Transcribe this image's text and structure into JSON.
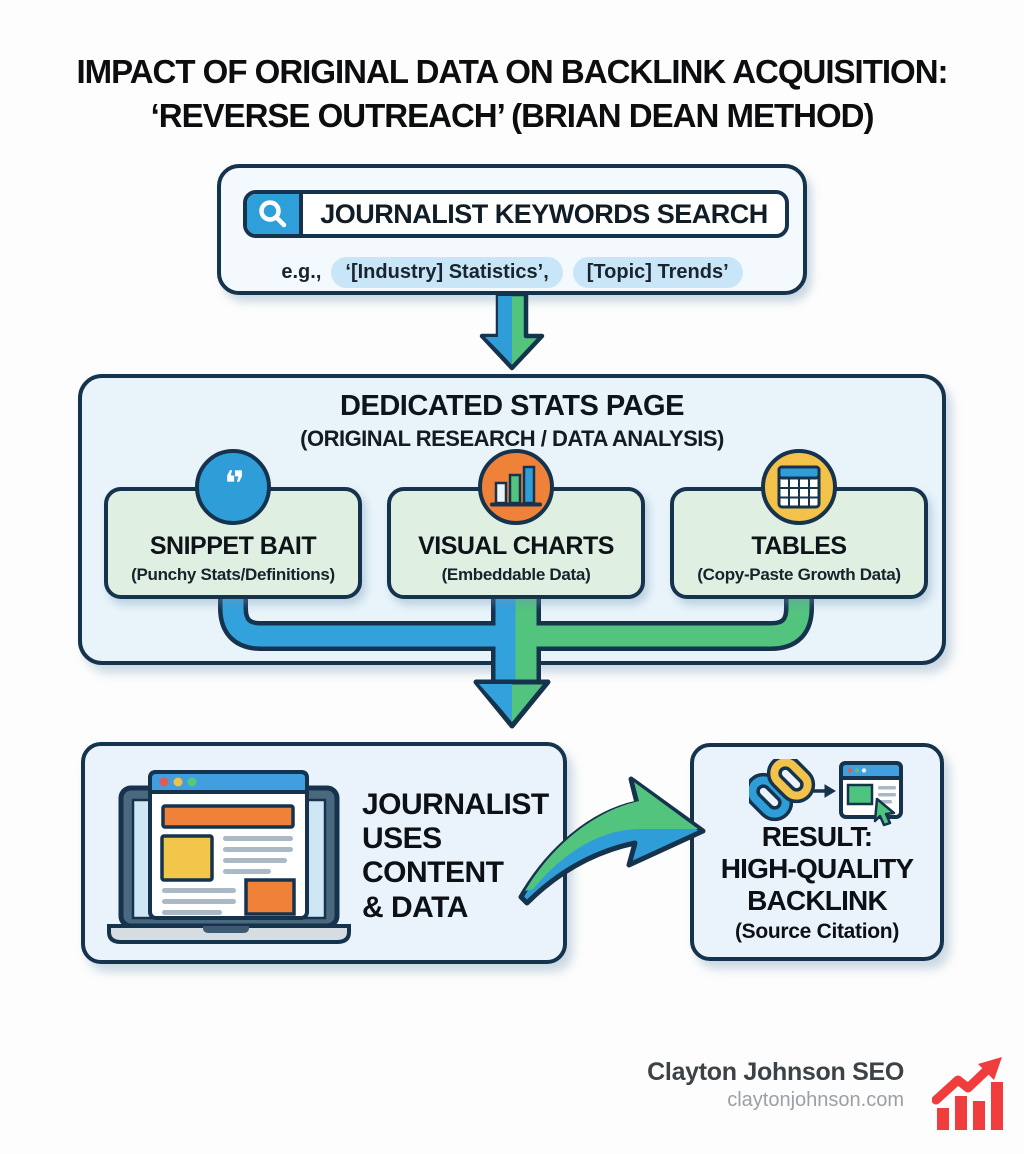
{
  "title": {
    "line1": "IMPACT OF ORIGINAL DATA ON BACKLINK ACQUISITION:",
    "line2": "‘REVERSE OUTREACH’ (BRIAN DEAN METHOD)"
  },
  "search": {
    "query": "JOURNALIST KEYWORDS SEARCH",
    "search_icon": "magnifier-icon",
    "examples_prefix": "e.g.,",
    "example_pills": [
      "‘[Industry] Statistics’,",
      "[Topic] Trends’"
    ]
  },
  "stats_page": {
    "heading": "DEDICATED STATS PAGE",
    "subheading": "(ORIGINAL RESEARCH / DATA ANALYSIS)",
    "cards": [
      {
        "icon": "quote-icon",
        "glyph": "❛❜",
        "title": "SNIPPET BAIT",
        "subtitle": "(Punchy Stats/Definitions)"
      },
      {
        "icon": "bar-chart-icon",
        "title": "VISUAL CHARTS",
        "subtitle": "(Embeddable Data)"
      },
      {
        "icon": "table-icon",
        "title": "TABLES",
        "subtitle": "(Copy-Paste Growth Data)"
      }
    ]
  },
  "journalist_box": {
    "icon": "laptop-article-icon",
    "lines": [
      "JOURNALIST",
      "USES",
      "CONTENT",
      "& DATA"
    ]
  },
  "result_box": {
    "icons": [
      "chain-link-icon",
      "arrow-right-icon",
      "browser-click-icon"
    ],
    "lines": [
      "RESULT:",
      "HIGH-QUALITY",
      "BACKLINK"
    ],
    "subtitle": "(Source Citation)"
  },
  "footer": {
    "brand": "Clayton Johnson SEO",
    "website": "claytonjohnson.com",
    "icon": "growth-chart-icon"
  },
  "colors": {
    "navy_outline": "#16334e",
    "flow_blue": "#2f9dd8",
    "flow_green": "#52c47e",
    "accent_orange": "#ef8238",
    "accent_yellow": "#f2c24b",
    "brand_red": "#f03c3c",
    "panel_blue": "#e8f3fa",
    "card_green": "#dff0e3",
    "pill_blue": "#c9e6f8",
    "box_blue": "#eaf3fb"
  }
}
